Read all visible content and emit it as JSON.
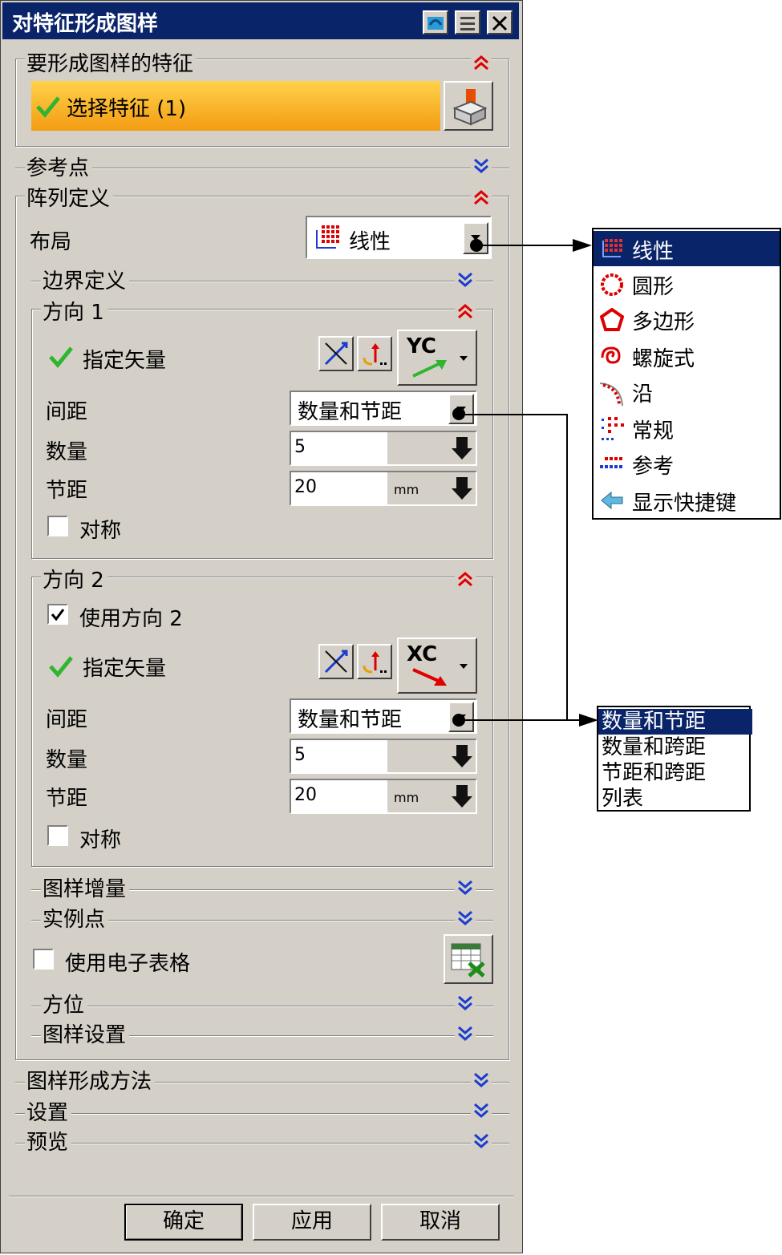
{
  "dialog": {
    "title": "对特征形成图样",
    "sections": {
      "features_to_pattern": "要形成图样的特征",
      "reference_point": "参考点",
      "array_definition": "阵列定义",
      "boundary_definition": "边界定义",
      "direction1": "方向 1",
      "direction2": "方向 2",
      "pattern_increment": "图样增量",
      "instance_point": "实例点",
      "orientation": "方位",
      "pattern_settings": "图样设置",
      "pattern_method": "图样形成方法",
      "settings": "设置",
      "preview": "预览"
    },
    "select_feature": "选择特征 (1)",
    "layout": {
      "label": "布局",
      "value": "线性"
    },
    "direction1": {
      "specify_vector": "指定矢量",
      "vector_label": "YC",
      "spacing_label": "间距",
      "spacing_value": "数量和节距",
      "count_label": "数量",
      "count_value": "5",
      "pitch_label": "节距",
      "pitch_value": "20",
      "pitch_unit": "mm",
      "symmetric_label": "对称"
    },
    "direction2": {
      "use_direction": "使用方向 2",
      "specify_vector": "指定矢量",
      "vector_label": "XC",
      "spacing_label": "间距",
      "spacing_value": "数量和节距",
      "count_label": "数量",
      "count_value": "5",
      "pitch_label": "节距",
      "pitch_value": "20",
      "pitch_unit": "mm",
      "symmetric_label": "对称"
    },
    "use_spreadsheet": "使用电子表格",
    "buttons": {
      "ok": "确定",
      "apply": "应用",
      "cancel": "取消"
    }
  },
  "layout_menu": {
    "items": [
      "线性",
      "圆形",
      "多边形",
      "螺旋式",
      "沿",
      "常规",
      "参考",
      "显示快捷键"
    ],
    "selected": "线性"
  },
  "spacing_menu": {
    "items": [
      "数量和节距",
      "数量和跨距",
      "节距和跨距",
      "列表"
    ],
    "selected": "数量和节距"
  },
  "colors": {
    "title_bar": "#0a246a",
    "selection_gradient_top": "#ffd24a",
    "selection_gradient_bottom": "#f39c12",
    "chevron_open": "#e00000",
    "chevron_closed": "#1c3ccf",
    "check_green": "#2fb52f"
  }
}
